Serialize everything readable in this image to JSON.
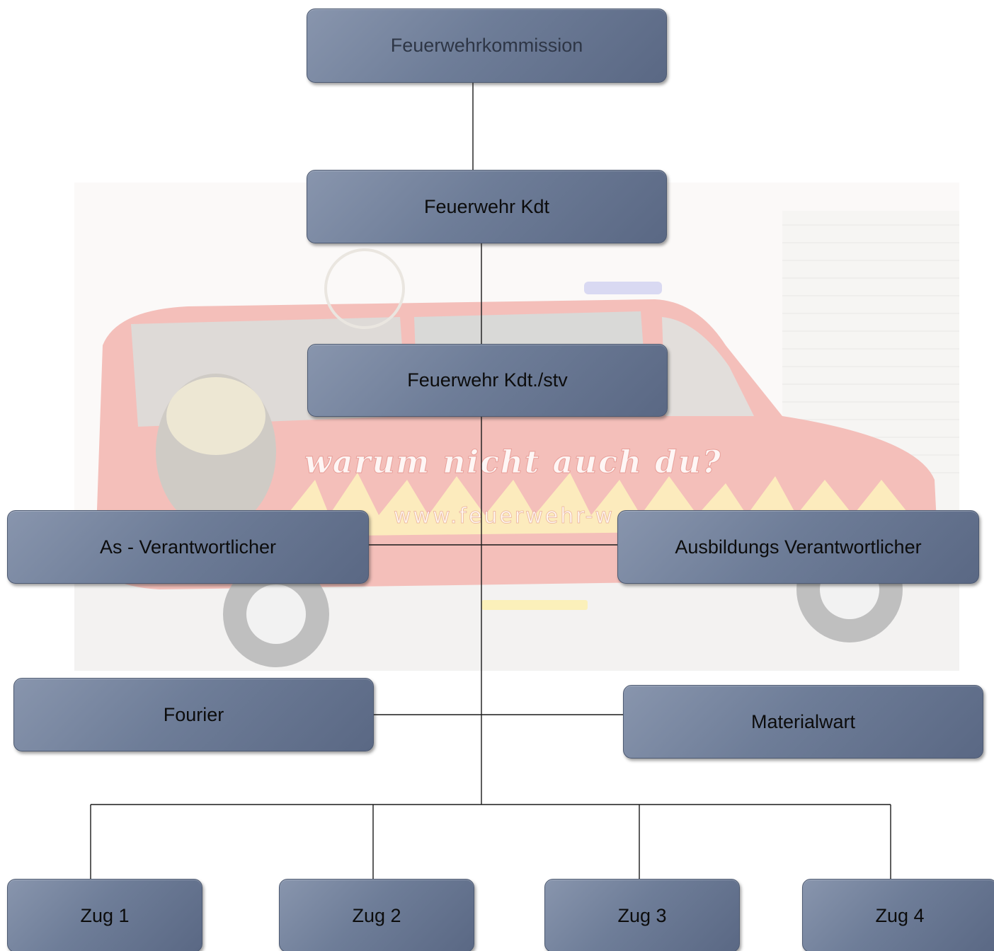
{
  "org_chart": {
    "nodes": {
      "kommission": "Feuerwehrkommission",
      "kdt": "Feuerwehr Kdt",
      "kdt_stv": "Feuerwehr Kdt./stv",
      "as_verantwortlicher": "As - Verantwortlicher",
      "ausbildungs_verantwortlicher": "Ausbildungs Verantwortlicher",
      "fourier": "Fourier",
      "materialwart": "Materialwart",
      "zug_1": "Zug 1",
      "zug_2": "Zug 2",
      "zug_3": "Zug 3",
      "zug_4": "Zug 4"
    },
    "hierarchy": [
      {
        "parent": "Feuerwehrkommission",
        "child": "Feuerwehr Kdt"
      },
      {
        "parent": "Feuerwehr Kdt",
        "child": "Feuerwehr Kdt./stv"
      },
      {
        "parent": "Feuerwehr Kdt./stv",
        "child": "As - Verantwortlicher"
      },
      {
        "parent": "Feuerwehr Kdt./stv",
        "child": "Ausbildungs Verantwortlicher"
      },
      {
        "parent": "Feuerwehr Kdt./stv",
        "child": "Fourier"
      },
      {
        "parent": "Feuerwehr Kdt./stv",
        "child": "Materialwart"
      },
      {
        "parent": "Feuerwehr Kdt./stv",
        "child": "Zug 1"
      },
      {
        "parent": "Feuerwehr Kdt./stv",
        "child": "Zug 2"
      },
      {
        "parent": "Feuerwehr Kdt./stv",
        "child": "Zug 3"
      },
      {
        "parent": "Feuerwehr Kdt./stv",
        "child": "Zug 4"
      }
    ]
  },
  "background": {
    "slogan": "warum nicht auch du?",
    "url": "www.feuerwehr-w"
  },
  "colors": {
    "node_fill": "#6e7d98",
    "node_border": "#4d5a72",
    "connector": "#1a1a1a",
    "background": "#ffffff"
  }
}
